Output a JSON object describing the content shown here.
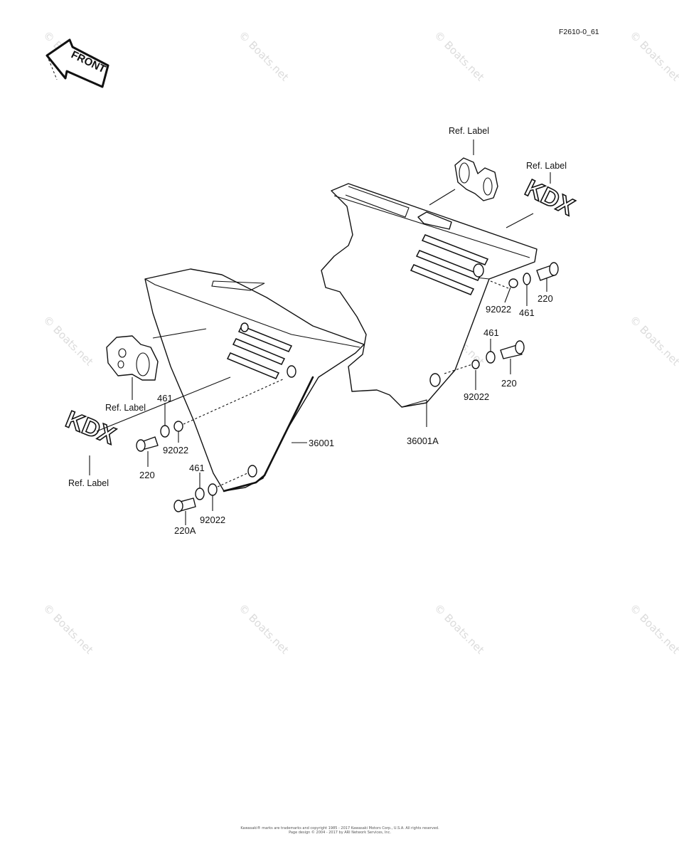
{
  "diagram_code": "F2610-0_61",
  "direction_arrow": {
    "text": "FRONT"
  },
  "watermark": "© Boats.net",
  "footer": {
    "line1": "Kawasaki® marks are trademarks and copyright 1985 - 2017 Kawasaki Motors Corp., U.S.A. All rights reserved.",
    "line2": "Page design © 2004 - 2017 by ARI Network Services, Inc."
  },
  "labels": {
    "ref_label": "Ref.  Label",
    "ref_label_2": "Ref. Label",
    "decal": "KDX",
    "p36001": "36001",
    "p36001A": "36001A",
    "p220": "220",
    "p220A": "220A",
    "p461": "461",
    "p92022": "92022"
  },
  "colors": {
    "line": "#111111",
    "background": "#ffffff",
    "watermark": "#dcdcdc"
  }
}
